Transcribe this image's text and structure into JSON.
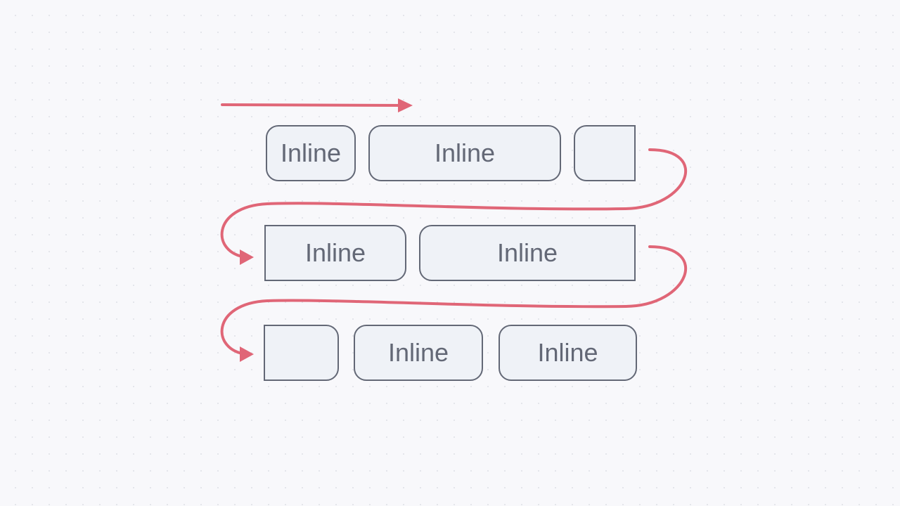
{
  "diagram": {
    "colors": {
      "background": "#f8f8fb",
      "box_fill": "#eff2f7",
      "box_border": "#636876",
      "text": "#636876",
      "flow_arrow": "#e06677"
    },
    "rows": [
      {
        "fragments": [
          {
            "label": "Inline"
          },
          {
            "label": "Inline"
          },
          {
            "label": ""
          }
        ]
      },
      {
        "fragments": [
          {
            "label": "Inline"
          },
          {
            "label": "Inline"
          }
        ]
      },
      {
        "fragments": [
          {
            "label": ""
          },
          {
            "label": "Inline"
          },
          {
            "label": "Inline"
          }
        ]
      }
    ]
  }
}
